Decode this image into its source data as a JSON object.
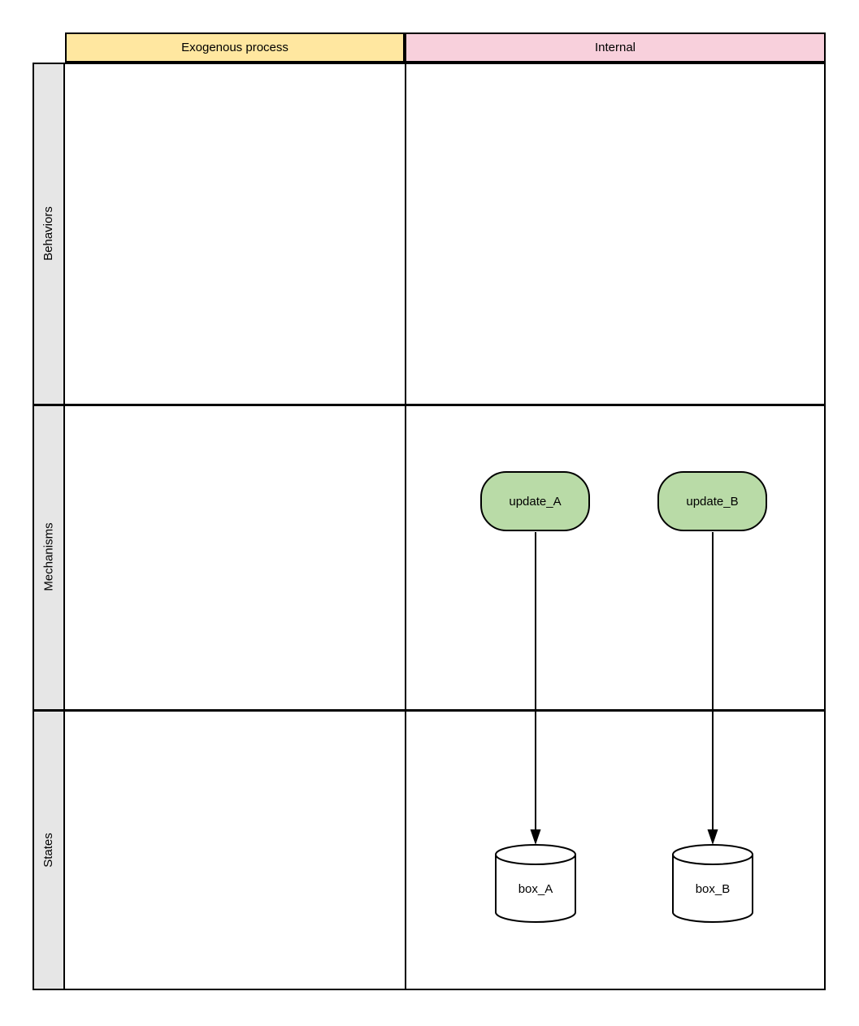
{
  "diagram": {
    "type": "swimlane-grid",
    "column_headers": [
      {
        "label": "Exogenous process",
        "bg": "#FFE7A0"
      },
      {
        "label": "Internal",
        "bg": "#F8D0DC"
      }
    ],
    "row_headers": [
      {
        "label": "Behaviors"
      },
      {
        "label": "Mechanisms"
      },
      {
        "label": "States"
      }
    ],
    "colors": {
      "row_header_bg": "#E6E6E6",
      "border": "#000000",
      "node_green": "#B9DBA7",
      "cylinder_fill": "#FFFFFF"
    },
    "nodes": [
      {
        "id": "update_A",
        "label": "update_A",
        "shape": "rounded-rect",
        "fill": "#B9DBA7",
        "row": "Mechanisms",
        "column": "Internal"
      },
      {
        "id": "update_B",
        "label": "update_B",
        "shape": "rounded-rect",
        "fill": "#B9DBA7",
        "row": "Mechanisms",
        "column": "Internal"
      },
      {
        "id": "box_A",
        "label": "box_A",
        "shape": "cylinder",
        "fill": "#FFFFFF",
        "row": "States",
        "column": "Internal"
      },
      {
        "id": "box_B",
        "label": "box_B",
        "shape": "cylinder",
        "fill": "#FFFFFF",
        "row": "States",
        "column": "Internal"
      }
    ],
    "edges": [
      {
        "from": "update_A",
        "to": "box_A",
        "style": "solid-arrow"
      },
      {
        "from": "update_B",
        "to": "box_B",
        "style": "solid-arrow"
      }
    ]
  }
}
